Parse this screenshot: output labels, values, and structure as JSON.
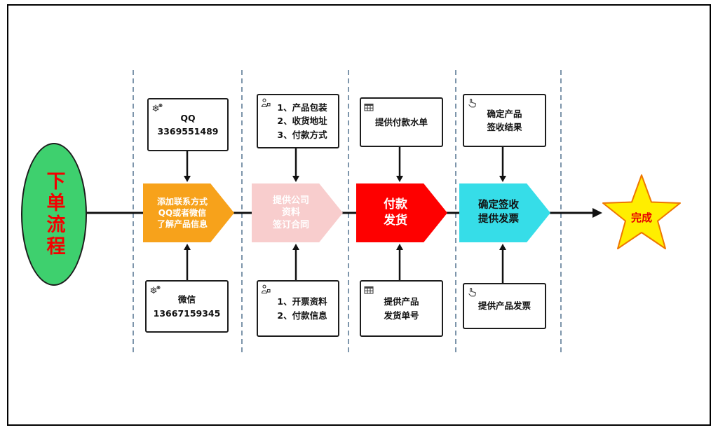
{
  "flow": {
    "start_label": "下单流程",
    "end_label": "完成"
  },
  "colors": {
    "stage1_chevron": "#f7a21b",
    "stage2_chevron": "#f8cdcd",
    "stage3_chevron": "#fe0000",
    "stage4_chevron": "#36dde8",
    "white_text": "#ffffff",
    "dark_text": "#111111",
    "start_fill": "#3ed06e",
    "start_text": "#f40000",
    "star_fill": "#ffee00",
    "star_border": "#ee7600",
    "star_text": "#e60000",
    "separator": "#7d95ab"
  },
  "stages": [
    {
      "name": "add-contact",
      "top_note": "QQ\n3369551489",
      "chevron_label": "添加联系方式\nQQ或者微信\n了解产品信息",
      "bottom_note": "微信\n13667159345",
      "top_icon": "gears-icon",
      "bottom_icon": "gears-icon",
      "chevron_color": "#f7a21b",
      "chevron_text_color": "#ffffff"
    },
    {
      "name": "company-info-contract",
      "top_note": "1、产品包装\n2、收货地址\n3、付款方式",
      "chevron_label": "提供公司\n资料\n签订合同",
      "bottom_note": "1、开票资料\n2、付款信息",
      "top_icon": "person-box-icon",
      "bottom_icon": "person-box-icon",
      "chevron_color": "#f8cdcd",
      "chevron_text_color": "#ffffff"
    },
    {
      "name": "payment-shipping",
      "top_note": "提供付款水单",
      "chevron_label": "付款\n发货",
      "bottom_note": "提供产品\n发货单号",
      "top_icon": "table-icon",
      "bottom_icon": "table-icon",
      "chevron_color": "#fe0000",
      "chevron_text_color": "#ffffff"
    },
    {
      "name": "confirm-receipt-invoice",
      "top_note": "确定产品\n签收结果",
      "chevron_label": "确定签收\n提供发票",
      "bottom_note": "提供产品发票",
      "top_icon": "pointing-hand-icon",
      "bottom_icon": "pointing-hand-icon",
      "chevron_color": "#36dde8",
      "chevron_text_color": "#111111"
    }
  ]
}
